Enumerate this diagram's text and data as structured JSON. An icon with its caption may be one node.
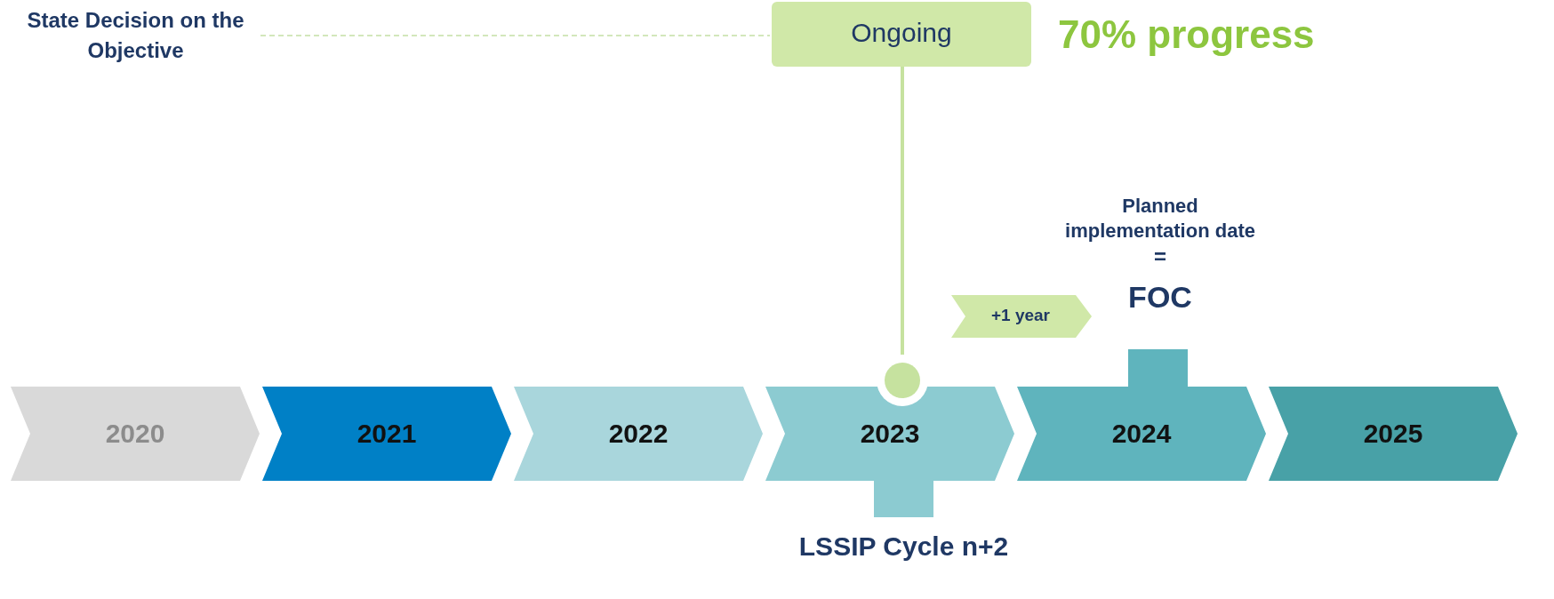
{
  "diagram": {
    "nodes": [
      {
        "text": [
          "State Decision on the Objective"
        ]
      },
      {
        "text": [
          "Ongoing"
        ],
        "beside": [
          "70% progress"
        ]
      },
      {
        "text": [],
        "shape": "circle"
      },
      {
        "text": [
          "+1 year"
        ]
      },
      {
        "text": [
          "Planned implementation date",
          "=",
          "FOC"
        ]
      },
      {
        "text": [
          "LSSIP Cycle n+2"
        ]
      },
      {
        "text": [
          "2020"
        ]
      },
      {
        "text": [
          "2021"
        ]
      },
      {
        "text": [
          "2022"
        ]
      },
      {
        "text": [
          "2023"
        ]
      },
      {
        "text": [
          "2024"
        ]
      },
      {
        "text": [
          "2025"
        ]
      }
    ],
    "edges": [
      {
        "from": 0,
        "to": 1,
        "arrow": "none",
        "style": "dashed",
        "color": "#c5e0a5"
      },
      {
        "from": 1,
        "to": 2,
        "arrow": "none"
      }
    ]
  }
}
